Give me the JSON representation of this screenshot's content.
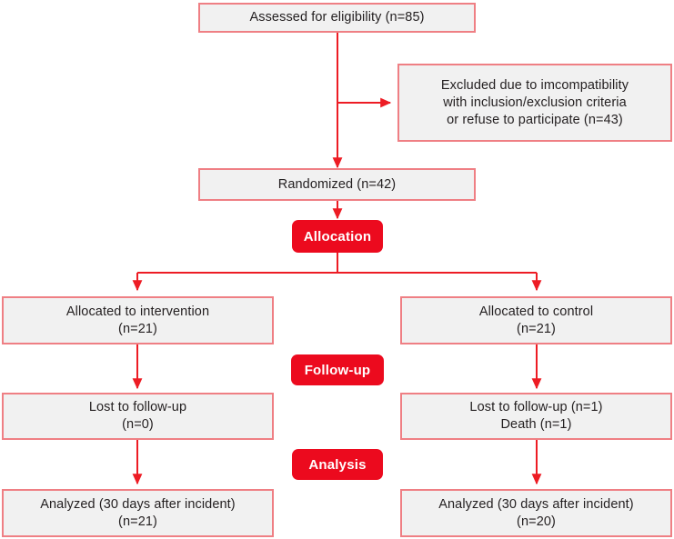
{
  "diagram": {
    "type": "consort-flow-diagram",
    "colors": {
      "box_fill": "#f1f1f1",
      "box_border": "#ef7f84",
      "badge_fill": "#ec0a1e",
      "badge_text": "#ffffff",
      "connector": "#ed1c24",
      "text": "#231f20",
      "background": "#ffffff"
    },
    "nodes": {
      "assessed": "Assessed for eligibility (n=85)",
      "excluded": "Excluded due to imcompatibility\nwith inclusion/exclusion criteria\nor refuse to participate (n=43)",
      "randomized": "Randomized (n=42)",
      "allocated_intervention": "Allocated to intervention\n(n=21)",
      "allocated_control": "Allocated to control\n(n=21)",
      "lost_intervention": "Lost to follow-up\n(n=0)",
      "lost_control": "Lost to follow-up (n=1)\nDeath (n=1)",
      "analyzed_intervention": "Analyzed (30 days after incident)\n(n=21)",
      "analyzed_control": "Analyzed (30 days after incident)\n(n=20)"
    },
    "stages": {
      "allocation": "Allocation",
      "followup": "Follow-up",
      "analysis": "Analysis"
    }
  }
}
